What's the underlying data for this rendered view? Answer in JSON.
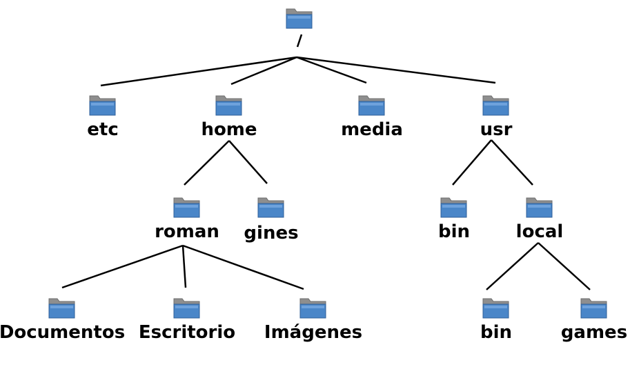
{
  "tree": {
    "root": {
      "label": "/"
    },
    "etc": {
      "label": "etc"
    },
    "home": {
      "label": "home"
    },
    "media": {
      "label": "media"
    },
    "usr": {
      "label": "usr"
    },
    "roman": {
      "label": "roman"
    },
    "gines": {
      "label": "gines"
    },
    "documentos": {
      "label": "Documentos"
    },
    "escritorio": {
      "label": "Escritorio"
    },
    "imagenes": {
      "label": "Imágenes"
    },
    "usr_bin": {
      "label": "bin"
    },
    "local": {
      "label": "local"
    },
    "local_bin": {
      "label": "bin"
    },
    "games": {
      "label": "games"
    }
  },
  "colors": {
    "folder_front": "#4a86c8",
    "folder_back": "#8e8e8e",
    "line": "#000000",
    "text": "#000000"
  },
  "icon": "folder-icon"
}
